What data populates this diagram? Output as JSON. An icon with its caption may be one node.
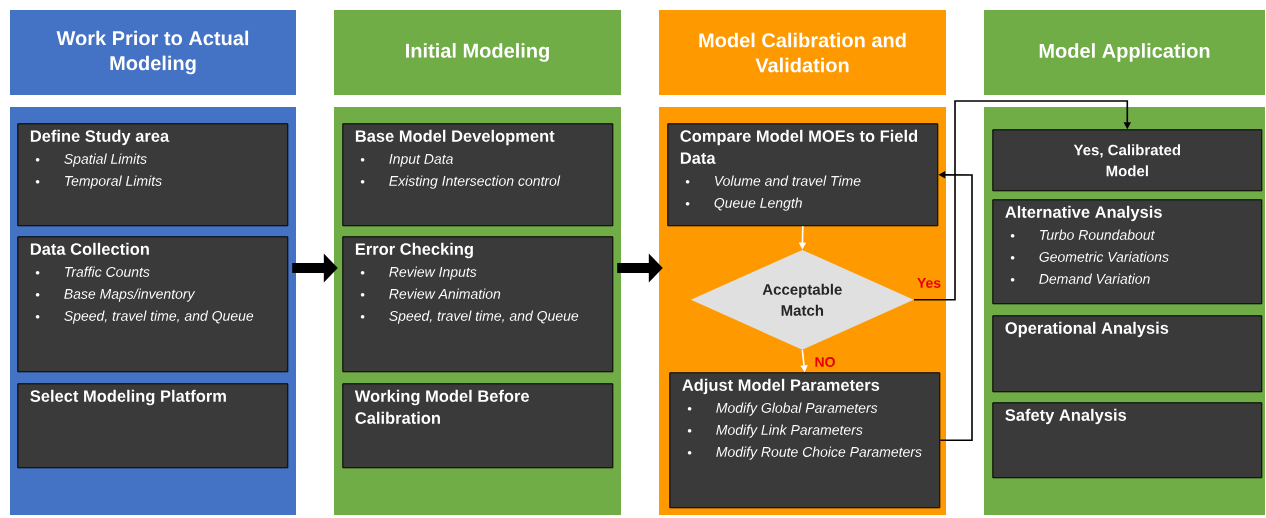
{
  "diagram": {
    "nodes": [
      {
        "text": [
          "Work Prior to Actual Modeling"
        ]
      },
      {
        "text": [],
        "shape": "box"
      },
      {
        "text": [
          "Define Study area",
          "Spatial Limits",
          "Temporal Limits"
        ],
        "in": 1
      },
      {
        "text": [
          "Data Collection",
          "Traffic Counts",
          "Base Maps/inventory",
          "Speed, travel time, and Queue"
        ],
        "in": 1
      },
      {
        "text": [
          "Select Modeling Platform"
        ],
        "in": 1
      },
      {
        "text": [
          "Initial Modeling"
        ]
      },
      {
        "text": [],
        "shape": "box"
      },
      {
        "text": [
          "Base Model Development",
          "Input Data",
          "Existing Intersection control"
        ],
        "in": 6
      },
      {
        "text": [
          "Error Checking",
          "Review Inputs",
          "Review Animation",
          "Speed, travel time, and Queue"
        ],
        "in": 6
      },
      {
        "text": [
          "Working Model Before Calibration"
        ],
        "in": 6
      },
      {
        "text": [
          "Model Calibration and Validation"
        ]
      },
      {
        "text": [],
        "shape": "box"
      },
      {
        "text": [
          "Compare Model MOEs to Field Data",
          "Volume and travel Time",
          "Queue Length"
        ],
        "in": 11
      },
      {
        "text": [
          "Acceptable Match"
        ],
        "in": 11
      },
      {
        "text": [
          "Adjust Model Parameters",
          "Modify Global Parameters",
          "Modify Link Parameters",
          "Modify Route Choice Parameters"
        ],
        "in": 11
      },
      {
        "text": [
          "Model Application"
        ]
      },
      {
        "text": [],
        "shape": "box"
      },
      {
        "text": [
          "Yes, Calibrated Model"
        ],
        "in": 16
      },
      {
        "text": [
          "Alternative Analysis",
          "Turbo Roundabout",
          "Geometric Variations",
          "Demand Variation"
        ],
        "in": 16
      },
      {
        "text": [
          "Operational Analysis"
        ],
        "in": 16
      },
      {
        "text": [
          "Safety Analysis"
        ],
        "in": 16
      }
    ],
    "edges": [
      {
        "from": 1,
        "to": 6,
        "arrow": "to",
        "style": "thick"
      },
      {
        "from": 6,
        "to": 11,
        "arrow": "to",
        "style": "thick"
      },
      {
        "from": 12,
        "to": 13,
        "arrow": "to",
        "color": "#ffffff"
      },
      {
        "from": 13,
        "to": 14,
        "arrow": "to",
        "color": "#ffffff",
        "label": "NO"
      },
      {
        "from": 13,
        "to": 17,
        "arrow": "to",
        "label": "Yes"
      },
      {
        "from": 14,
        "to": 12,
        "arrow": "to"
      }
    ]
  }
}
